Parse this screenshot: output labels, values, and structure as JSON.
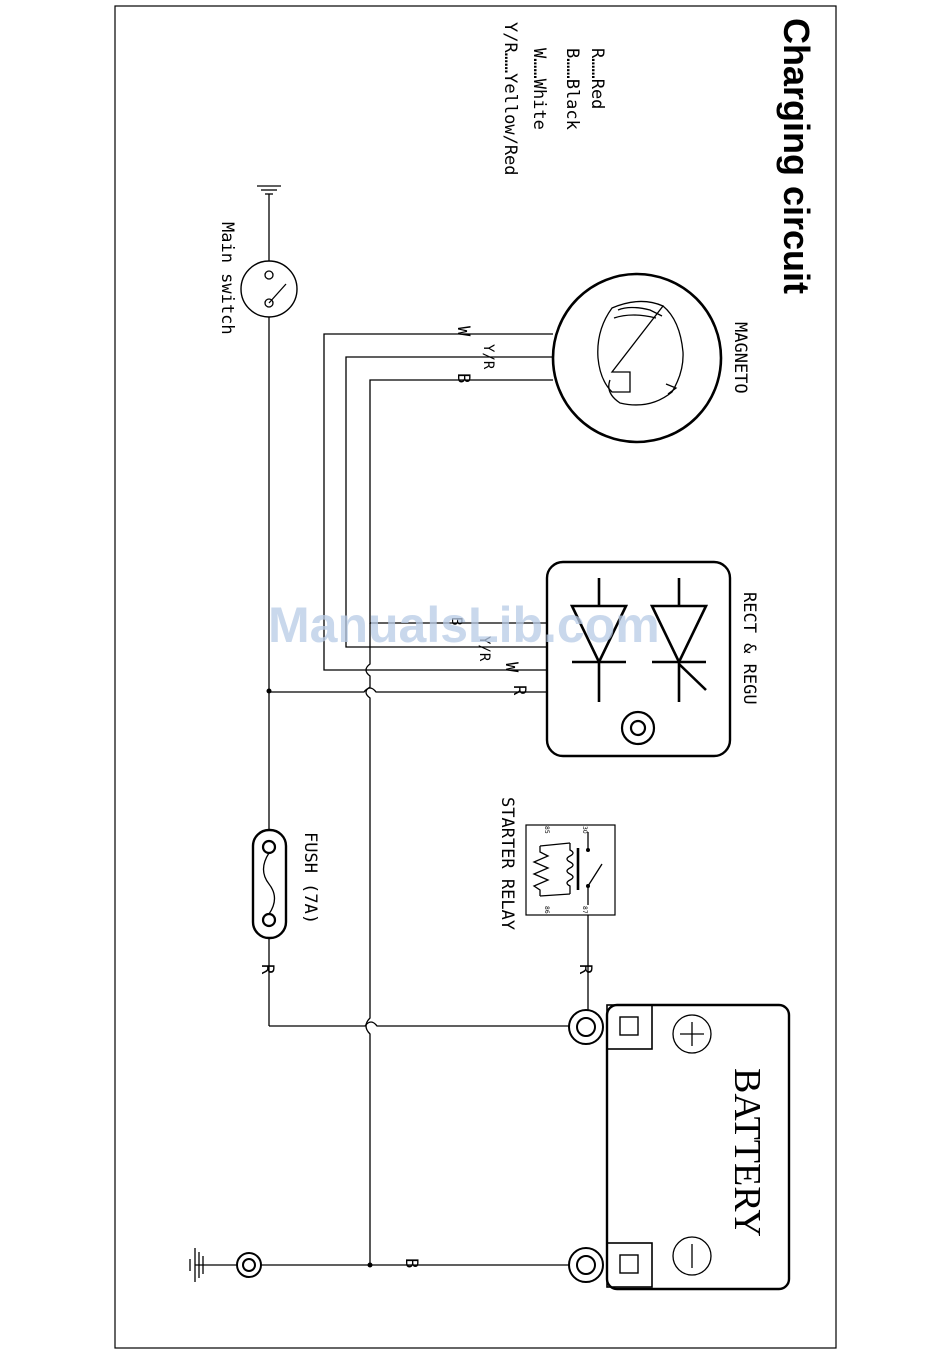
{
  "title": "Charging circuit",
  "legend": [
    "R……Red",
    "B……Black",
    "W……White",
    "Y/R……Yellow/Red"
  ],
  "components": {
    "magneto": "MAGNETO",
    "rectifier": "RECT & REGU",
    "starter_relay": "STARTER RELAY",
    "fuse": "FUSH (7A)",
    "main_switch": "Main switch",
    "battery": "BATTERY",
    "battery_plus": "+",
    "battery_minus": "−"
  },
  "relay_pins": [
    "30",
    "85",
    "86",
    "87"
  ],
  "wire_labels": {
    "w": "W",
    "yr": "Y/R",
    "b": "B",
    "r": "R"
  },
  "watermark": "ManualsLib.com"
}
